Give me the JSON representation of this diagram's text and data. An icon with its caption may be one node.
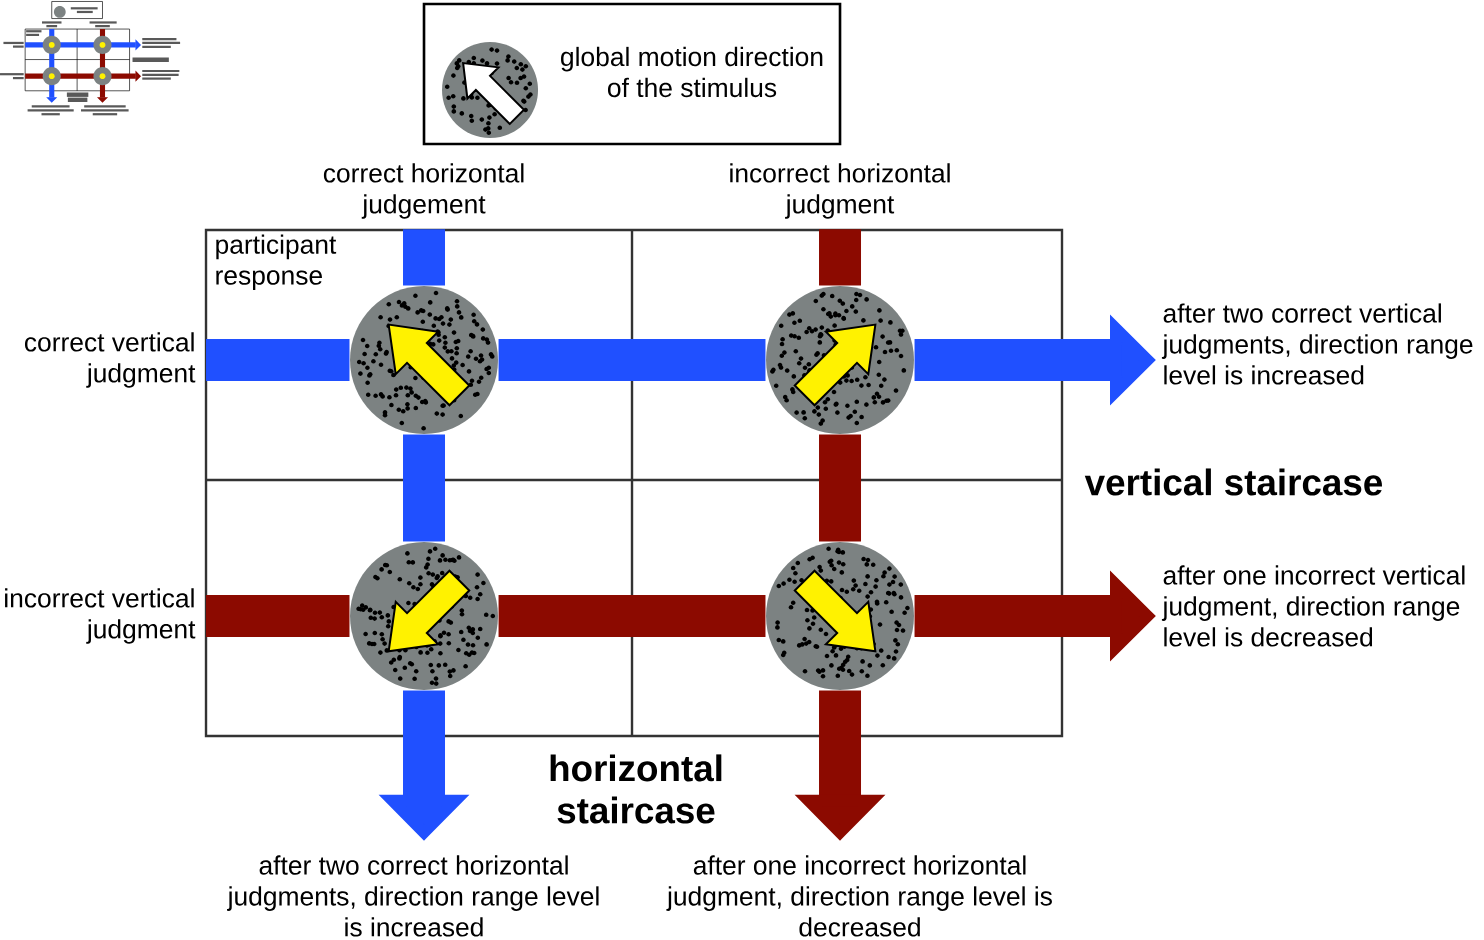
{
  "diagram": {
    "nodes": [
      {
        "text": [
          "global motion direction of the stimulus"
        ]
      },
      {
        "text": [
          "correct horizontal judgement"
        ]
      },
      {
        "text": [
          "incorrect horizontal judgment"
        ]
      },
      {
        "text": [
          "correct vertical judgment"
        ]
      },
      {
        "text": [],
        "shape": "circle"
      },
      {
        "text": [],
        "shape": "circle"
      },
      {
        "text": [
          "after two correct vertical judgments, direction range level is increased"
        ]
      },
      {
        "text": [
          "incorrect vertical judgment"
        ]
      },
      {
        "text": [],
        "shape": "circle"
      },
      {
        "text": [],
        "shape": "circle"
      },
      {
        "text": [
          "after one incorrect vertical judgment, direction range level is decreased"
        ]
      },
      {
        "text": [
          "after two correct horizontal judgments, direction range level is increased"
        ]
      },
      {
        "text": [
          "after one incorrect horizontal judgment, direction range level is decreased"
        ]
      }
    ],
    "edges": [
      {
        "from": 1,
        "to": 4,
        "arrow": "none",
        "color": "#2050ff"
      },
      {
        "from": 2,
        "to": 5,
        "arrow": "none",
        "color": "#8c0a00"
      },
      {
        "from": 3,
        "to": 4,
        "arrow": "none",
        "color": "#2050ff"
      },
      {
        "from": 4,
        "to": 5,
        "arrow": "none",
        "color": "#2050ff"
      },
      {
        "from": 5,
        "to": 6,
        "arrow": "to",
        "color": "#2050ff"
      },
      {
        "from": 4,
        "to": 8,
        "arrow": "none",
        "color": "#2050ff"
      },
      {
        "from": 5,
        "to": 9,
        "arrow": "none",
        "color": "#8c0a00"
      },
      {
        "from": 7,
        "to": 8,
        "arrow": "none",
        "color": "#8c0a00"
      },
      {
        "from": 8,
        "to": 9,
        "arrow": "none",
        "color": "#8c0a00"
      },
      {
        "from": 9,
        "to": 10,
        "arrow": "to",
        "color": "#8c0a00"
      },
      {
        "from": 8,
        "to": 11,
        "arrow": "to",
        "color": "#2050ff"
      },
      {
        "from": 9,
        "to": 12,
        "arrow": "to",
        "color": "#8c0a00"
      }
    ],
    "labels": [
      "participant response",
      "vertical staircase",
      "horizontal staircase"
    ]
  }
}
